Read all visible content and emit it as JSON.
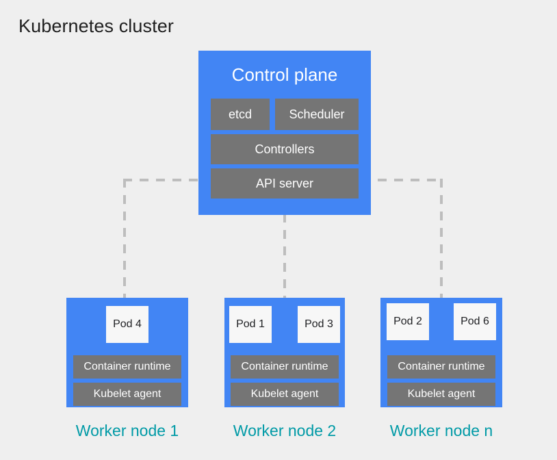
{
  "title": "Kubernetes cluster",
  "colors": {
    "background": "#efefef",
    "node_blue": "#4285f4",
    "component_gray": "#757575",
    "pod_white": "#f7f7f7",
    "label_teal": "#009aa6",
    "connector_gray": "#bdbdbd",
    "title_text": "#1f1f1f"
  },
  "control_plane": {
    "title": "Control plane",
    "components": {
      "etcd": "etcd",
      "scheduler": "Scheduler",
      "controllers": "Controllers",
      "api_server": "API server"
    }
  },
  "worker_nodes": [
    {
      "label": "Worker node 1",
      "pods": [
        "Pod 4"
      ],
      "container_runtime": "Container runtime",
      "kubelet_agent": "Kubelet agent"
    },
    {
      "label": "Worker node 2",
      "pods": [
        "Pod 1",
        "Pod 3"
      ],
      "container_runtime": "Container runtime",
      "kubelet_agent": "Kubelet agent"
    },
    {
      "label": "Worker node n",
      "pods": [
        "Pod 2",
        "Pod 6"
      ],
      "container_runtime": "Container runtime",
      "kubelet_agent": "Kubelet agent"
    }
  ]
}
